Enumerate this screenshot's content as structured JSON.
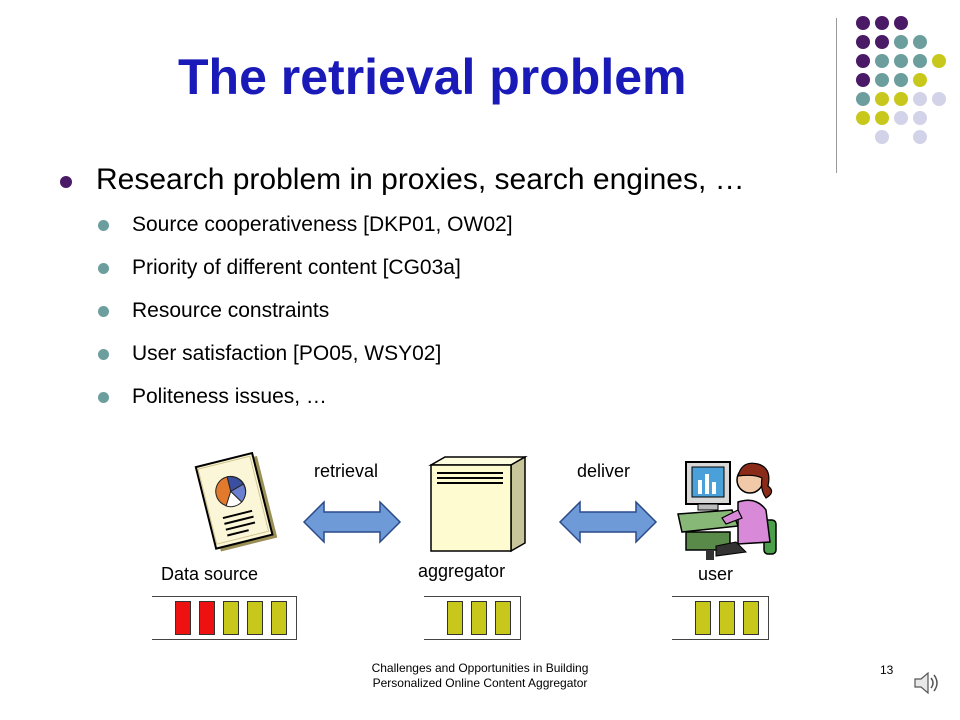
{
  "title": "The retrieval problem",
  "bullets": {
    "main": "Research problem in proxies, search engines, …",
    "subs": [
      "Source cooperativeness [DKP01, OW02]",
      "Priority of different content [CG03a]",
      "Resource constraints",
      "User satisfaction [PO05, WSY02]",
      "Politeness issues, …"
    ]
  },
  "diagram": {
    "retrieval_label": "retrieval",
    "deliver_label": "deliver",
    "data_source_label": "Data source",
    "aggregator_label": "aggregator",
    "user_label": "user",
    "cell_colors": {
      "red": "#ee1111",
      "olive": "#c8c81c"
    },
    "arrow_color": "#6f9ad8"
  },
  "footer": {
    "line1": "Challenges and Opportunities in Building",
    "line2": "Personalized Online Content Aggregator",
    "slide_number": "13"
  },
  "colors": {
    "title": "#1a1ab8",
    "dot_purple": "#4b1a66",
    "dot_teal": "#6d9e9e",
    "dot_yellow": "#c8c81c",
    "dot_lavender": "#d2d2e8"
  },
  "icons": [
    "speaker-icon",
    "document-pie-chart-icon",
    "server-icon",
    "person-at-computer-icon"
  ]
}
